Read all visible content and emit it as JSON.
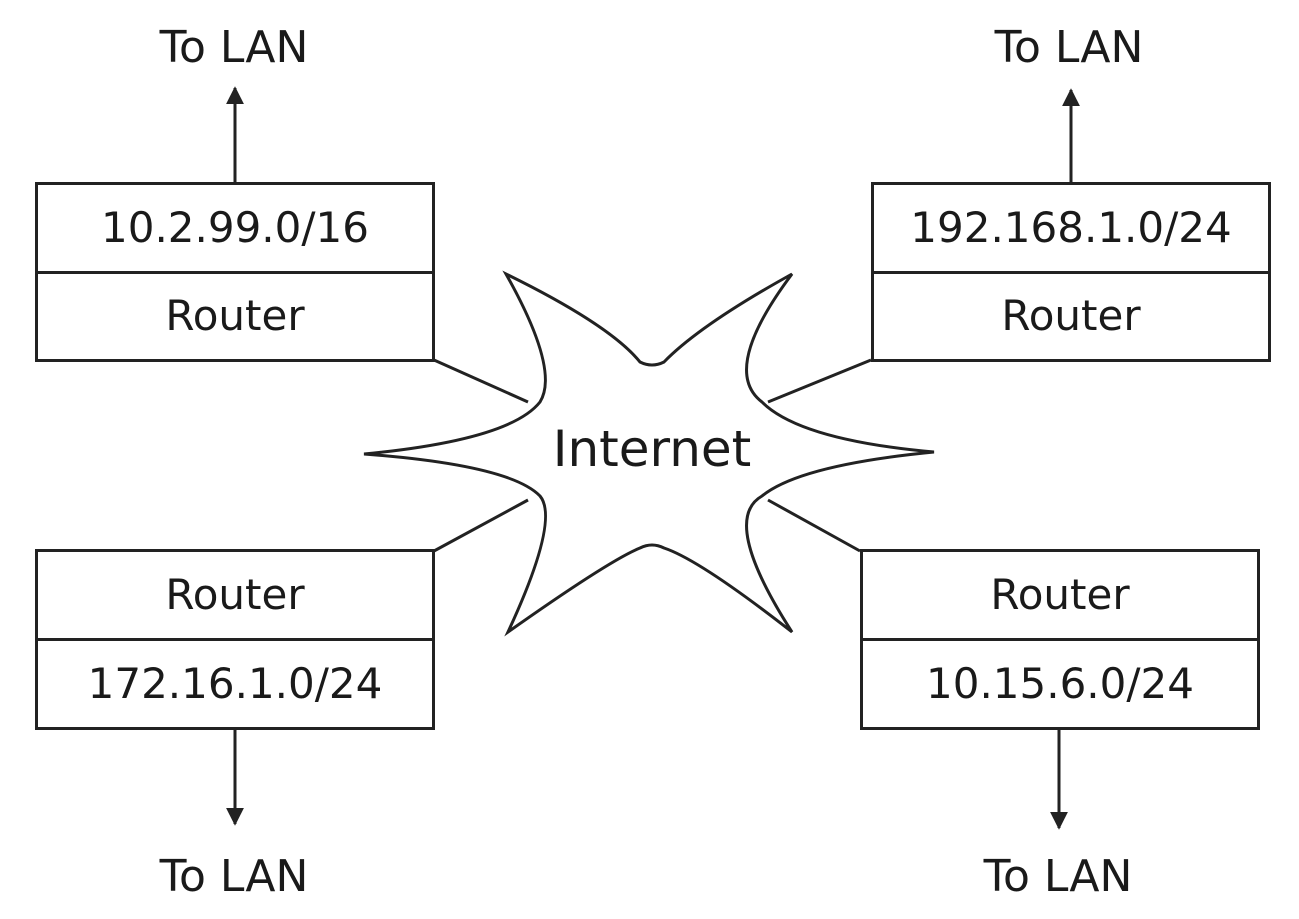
{
  "cloud": {
    "label": "Internet"
  },
  "routers": {
    "top_left": {
      "network": "10.2.99.0/16",
      "device": "Router",
      "lan": "To LAN"
    },
    "top_right": {
      "network": "192.168.1.0/24",
      "device": "Router",
      "lan": "To LAN"
    },
    "bottom_left": {
      "network": "172.16.1.0/24",
      "device": "Router",
      "lan": "To LAN"
    },
    "bottom_right": {
      "network": "10.15.6.0/24",
      "device": "Router",
      "lan": "To LAN"
    }
  }
}
